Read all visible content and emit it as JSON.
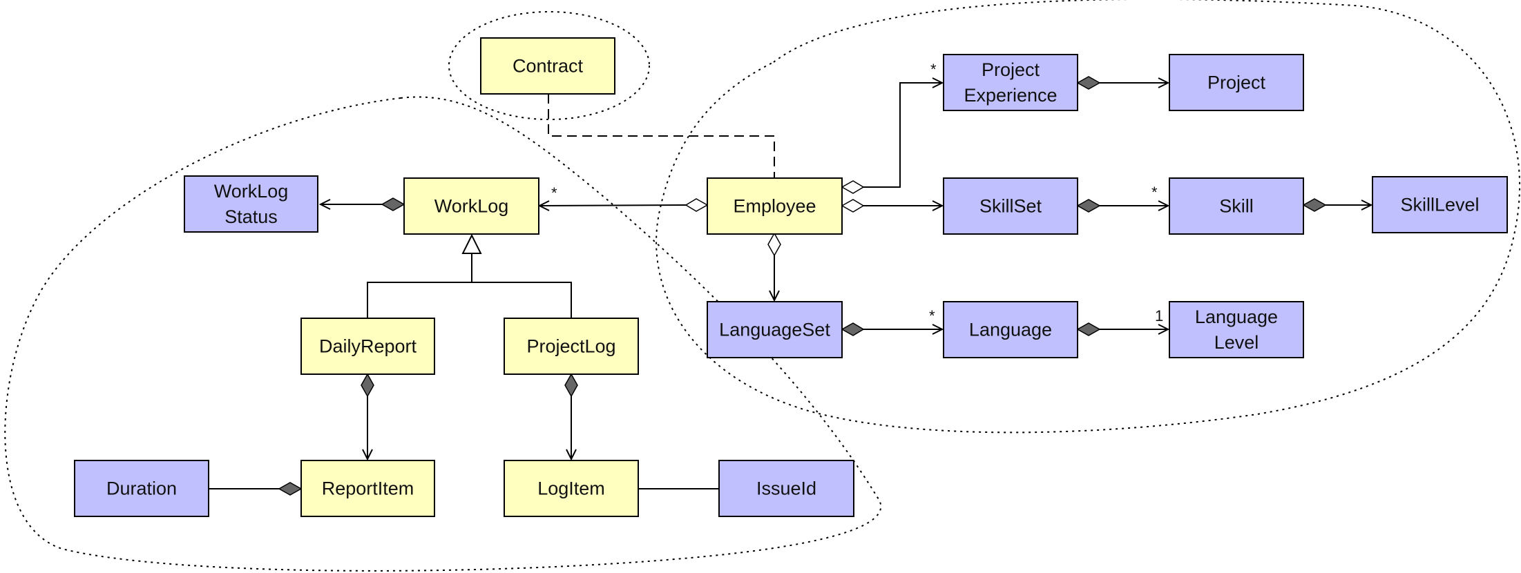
{
  "colors": {
    "yellow_class": "#ffffc0",
    "blue_class": "#c0c0ff",
    "stroke": "#000000",
    "filled_diamond": "#666666"
  },
  "classes": {
    "contract": {
      "lines": [
        "Contract"
      ],
      "fill": "yellow"
    },
    "worklog_status": {
      "lines": [
        "WorkLog",
        "Status"
      ],
      "fill": "blue"
    },
    "worklog": {
      "lines": [
        "WorkLog"
      ],
      "fill": "yellow"
    },
    "employee": {
      "lines": [
        "Employee"
      ],
      "fill": "yellow"
    },
    "project_experience": {
      "lines": [
        "Project",
        "Experience"
      ],
      "fill": "blue"
    },
    "project": {
      "lines": [
        "Project"
      ],
      "fill": "blue"
    },
    "skillset": {
      "lines": [
        "SkillSet"
      ],
      "fill": "blue"
    },
    "skill": {
      "lines": [
        "Skill"
      ],
      "fill": "blue"
    },
    "skill_level": {
      "lines": [
        "SkillLevel"
      ],
      "fill": "blue"
    },
    "daily_report": {
      "lines": [
        "DailyReport"
      ],
      "fill": "yellow"
    },
    "project_log": {
      "lines": [
        "ProjectLog"
      ],
      "fill": "yellow"
    },
    "language_set": {
      "lines": [
        "LanguageSet"
      ],
      "fill": "blue"
    },
    "language": {
      "lines": [
        "Language"
      ],
      "fill": "blue"
    },
    "language_level": {
      "lines": [
        "Language",
        "Level"
      ],
      "fill": "blue"
    },
    "duration": {
      "lines": [
        "Duration"
      ],
      "fill": "blue"
    },
    "report_item": {
      "lines": [
        "ReportItem"
      ],
      "fill": "yellow"
    },
    "log_item": {
      "lines": [
        "LogItem"
      ],
      "fill": "yellow"
    },
    "issue_id": {
      "lines": [
        "IssueId"
      ],
      "fill": "blue"
    }
  },
  "multiplicities": {
    "employee_worklog": "*",
    "employee_project_experience": "*",
    "skillset_skill": "*",
    "languageset_language": "*",
    "language_language_level": "1"
  }
}
